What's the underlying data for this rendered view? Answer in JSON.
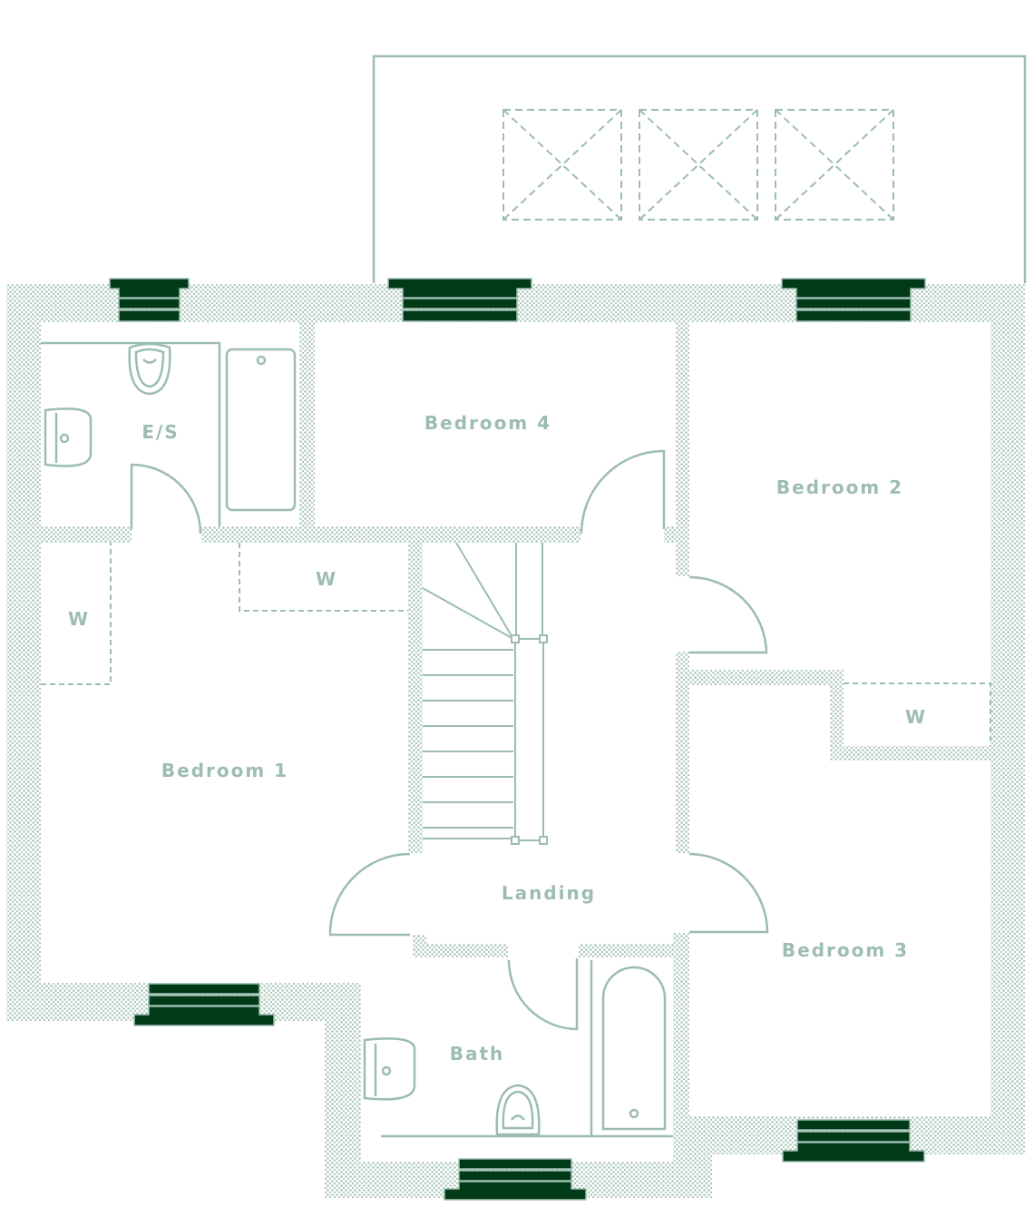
{
  "plan": {
    "rooms": {
      "bedroom1": "Bedroom 1",
      "bedroom2": "Bedroom 2",
      "bedroom3": "Bedroom 3",
      "bedroom4": "Bedroom 4",
      "ensuite": "E/S",
      "landing": "Landing",
      "bath": "Bath",
      "wardrobe1": "W",
      "wardrobe2": "W",
      "wardrobe3": "W"
    },
    "colors": {
      "line": "#9dbdb0",
      "window": "#003a17",
      "background": "#ffffff"
    }
  }
}
